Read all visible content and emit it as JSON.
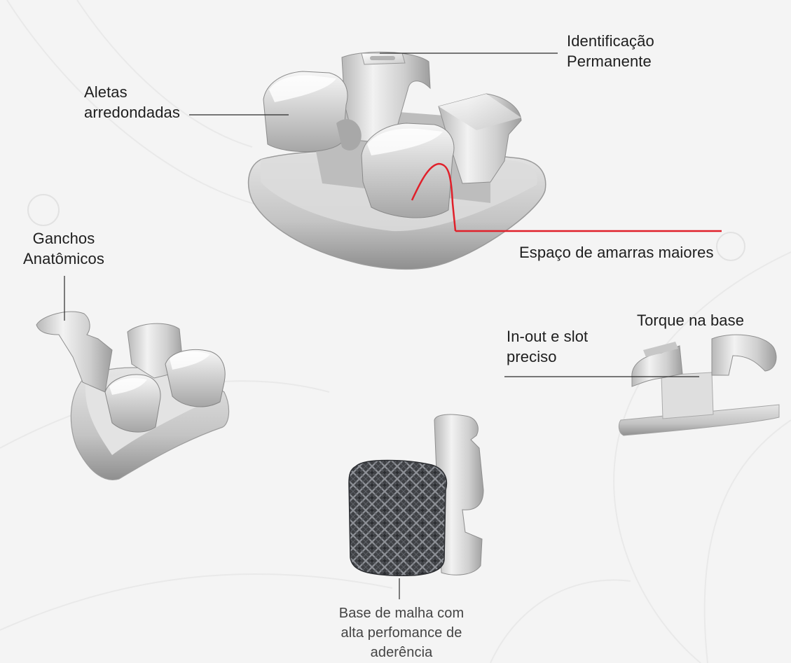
{
  "callouts": {
    "identificacao": {
      "lines": [
        "Identificação",
        "Permanente"
      ]
    },
    "aletas": {
      "lines": [
        "Aletas",
        "arredondadas"
      ]
    },
    "ganchos": {
      "lines": [
        "Ganchos",
        "Anatômicos"
      ]
    },
    "espaco": {
      "lines": [
        "Espaço de amarras maiores"
      ]
    },
    "torque": {
      "lines": [
        "Torque na base"
      ]
    },
    "inout": {
      "lines": [
        "In-out e slot",
        "preciso"
      ]
    },
    "base": {
      "lines": [
        "Base de malha com",
        "alta perfomance de",
        "aderência"
      ]
    }
  },
  "colors": {
    "background": "#f4f4f4",
    "leader_line": "#2a2a2a",
    "highlight": "#e0202a",
    "metal_light": "#eeeeee",
    "metal_dark": "#9a9a9a",
    "mesh": "#4a4c50"
  }
}
